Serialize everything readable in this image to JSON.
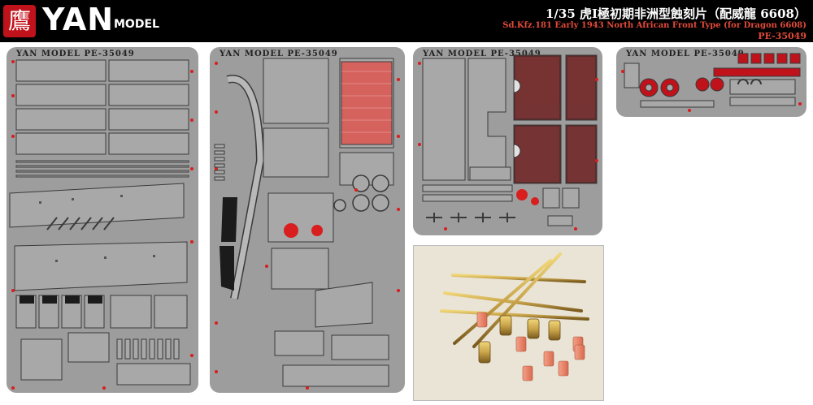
{
  "header": {
    "logo_glyph": "鷹",
    "brand_name": "YAN",
    "brand_sub": "MODEL",
    "title_cn": "1/35 虎Ⅰ極初期非洲型蝕刻片（配威龍 6608）",
    "title_en": "Sd.Kfz.181 Early 1943 North African Front Type (for Dragon 6608)",
    "product_code": "PE-35049"
  },
  "frets": [
    {
      "label": "YAN MODEL  PE-35049"
    },
    {
      "label": "YAN MODEL  PE-35049"
    },
    {
      "label": "YAN MODEL  PE-35049"
    },
    {
      "label": "YAN MODEL  PE-35049"
    }
  ],
  "colors": {
    "fret_gray": "#9d9d9d",
    "part_outline": "#3a3a3a",
    "mark_red": "#d81e1e",
    "brass": "#c9a44a",
    "rubber_orange": "#e8856a",
    "photo_bg": "#e9e4d6"
  }
}
